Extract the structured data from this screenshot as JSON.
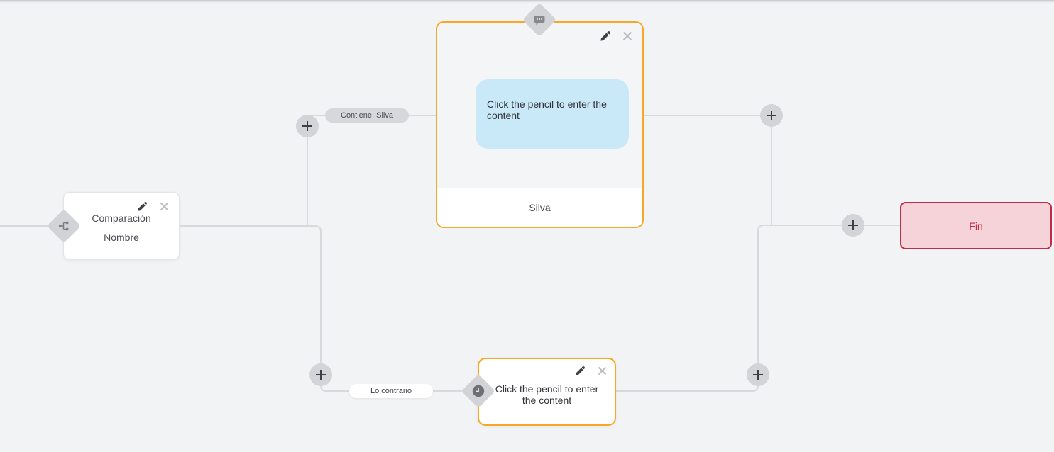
{
  "canvas": {
    "type": "flow-builder-canvas"
  },
  "colors": {
    "canvas_bg": "#f2f3f5",
    "connector": "#d8d9dc",
    "accent_orange": "#f9a826",
    "bubble_blue": "#c9e8f8",
    "end_bg": "#f6d3d9",
    "end_accent": "#c22c48",
    "pill_gray_bg": "#d7d8db",
    "node_gray": "#d2d3d7"
  },
  "nodes": {
    "condition": {
      "title": "Comparación",
      "subtitle": "Nombre",
      "icon": "branch-icon"
    },
    "message": {
      "content": "Click the pencil to enter the content",
      "footer": "Silva",
      "icon": "message-icon"
    },
    "fallback": {
      "content": "Click the pencil to enter the content",
      "icon": "clock-icon"
    },
    "end": {
      "label": "Fin"
    }
  },
  "edge_labels": {
    "top": "Contiene: Silva",
    "bottom": "Lo contrario"
  },
  "buttons": {
    "add": "+",
    "edit": "pencil-icon",
    "delete": "close-icon"
  }
}
